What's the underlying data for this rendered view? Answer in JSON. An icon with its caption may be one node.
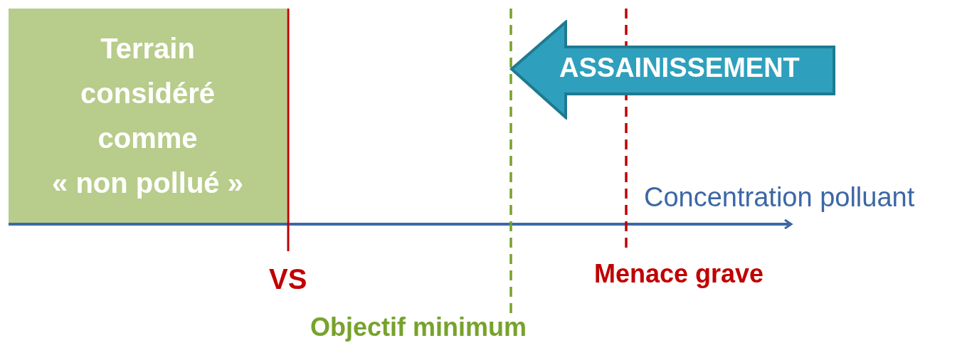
{
  "diagram": {
    "nodes": [
      {
        "text": [
          "Terrain considéré comme « non pollué »"
        ]
      },
      {
        "text": [
          "ASSAINISSEMENT"
        ]
      }
    ],
    "labels": [
      "Concentration polluant",
      "VS",
      "Menace grave",
      "Objectif minimum"
    ]
  }
}
